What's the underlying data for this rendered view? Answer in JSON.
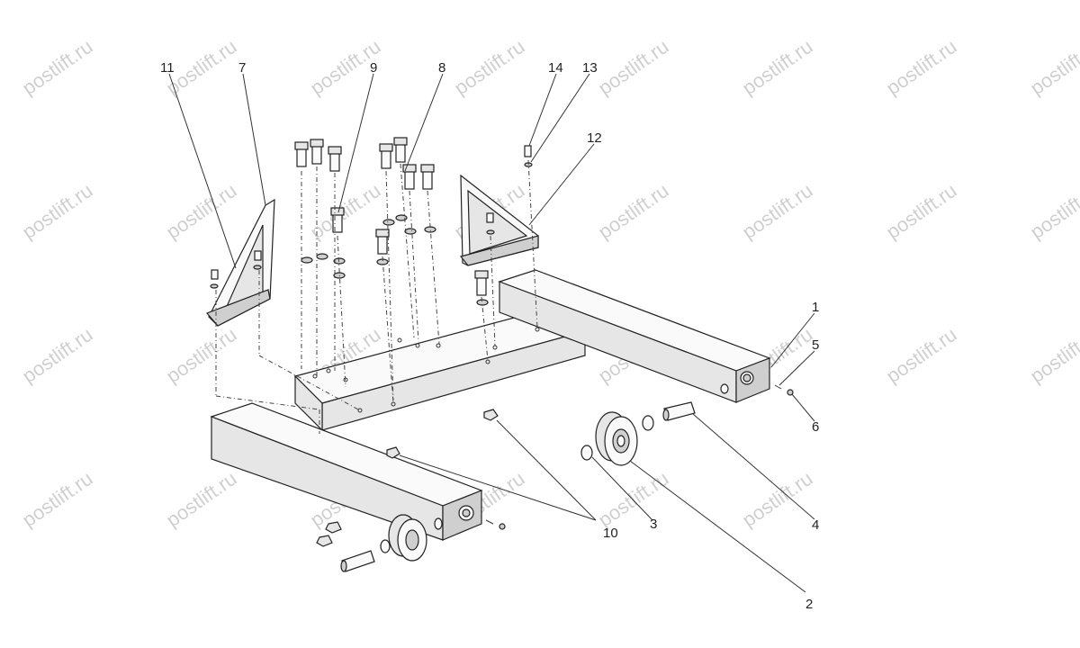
{
  "watermark": {
    "text": "postlift.ru",
    "repeats": [
      "w1",
      "w2",
      "w3",
      "w4",
      "w5",
      "w6",
      "w7",
      "w8",
      "w9",
      "w10",
      "w11",
      "w12",
      "w13",
      "w14",
      "w15",
      "w16",
      "w17",
      "w18",
      "w19",
      "w20",
      "w21",
      "w22",
      "w23",
      "w24",
      "w25",
      "w26",
      "w27",
      "w28",
      "w29",
      "w30"
    ]
  },
  "callouts": {
    "c1": "1",
    "c2": "2",
    "c3": "3",
    "c4": "4",
    "c5": "5",
    "c6": "6",
    "c7": "7",
    "c8": "8",
    "c9": "9",
    "c10": "10",
    "c11": "11",
    "c12": "12",
    "c13": "13",
    "c14": "14"
  }
}
